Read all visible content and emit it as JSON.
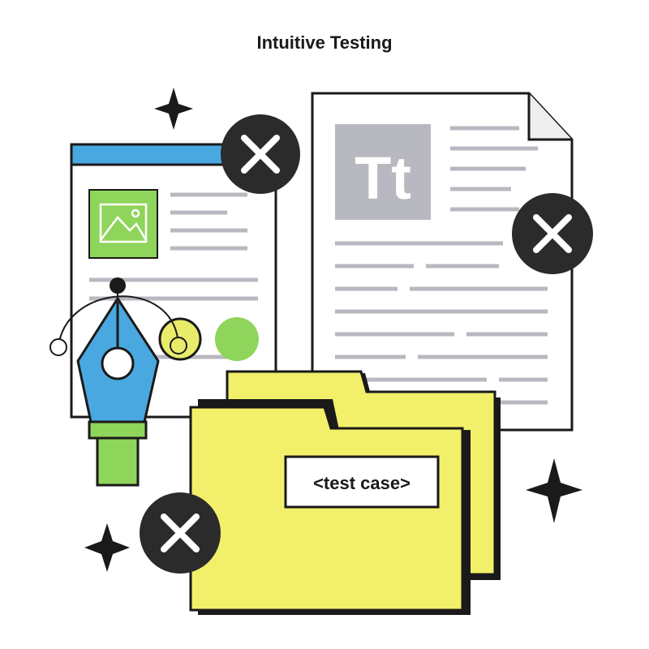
{
  "title": "Intuitive Testing",
  "typography_icon_text": "Tt",
  "folder_label": "<test case>",
  "colors": {
    "outline": "#1a1a1a",
    "browser_bar": "#4aa8e0",
    "image_icon_bg": "#8fd45b",
    "pen_nib": "#4aa8e0",
    "pen_grip": "#8fd45b",
    "circle_yellow": "#e9ec6b",
    "circle_green": "#8fd45b",
    "folder": "#f2f06a",
    "text_lines": "#b8b8c0",
    "tt_box": "#b8b8c0",
    "error_badge": "#2b2b2b"
  },
  "icons": [
    "sparkle-icon",
    "close-icon",
    "image-icon",
    "pen-tool-icon",
    "folder-icon",
    "document-icon"
  ]
}
